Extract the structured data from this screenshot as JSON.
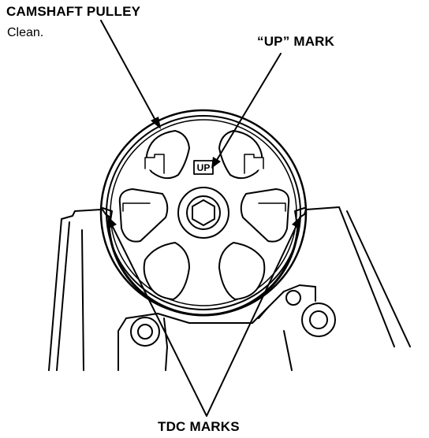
{
  "labels": {
    "camshaft_pulley": "CAMSHAFT PULLEY",
    "clean_note": "Clean.",
    "up_mark": "“UP” MARK",
    "tdc_marks": "TDC MARKS",
    "pulley_up_stamp": "UP"
  },
  "colors": {
    "ink": "#000000",
    "paper": "#ffffff"
  }
}
